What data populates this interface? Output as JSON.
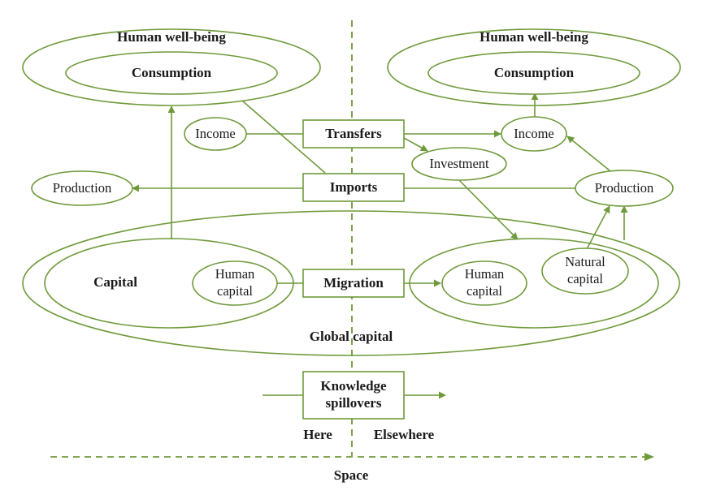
{
  "left": {
    "wellbeing": "Human well-being",
    "consumption": "Consumption",
    "income": "Income",
    "production": "Production",
    "capital": "Capital",
    "human_capital": [
      "Human",
      "capital"
    ]
  },
  "right": {
    "wellbeing": "Human well-being",
    "consumption": "Consumption",
    "income": "Income",
    "investment": "Investment",
    "production": "Production",
    "human_capital": [
      "Human",
      "capital"
    ],
    "natural_capital": [
      "Natural",
      "capital"
    ]
  },
  "center": {
    "transfers": "Transfers",
    "imports": "Imports",
    "migration": "Migration",
    "knowledge": [
      "Knowledge",
      "spillovers"
    ],
    "global_capital": "Global capital"
  },
  "axis": {
    "here": "Here",
    "elsewhere": "Elsewhere",
    "space": "Space"
  },
  "colors": {
    "stroke": "#6e9a3a",
    "text": "#1a1a1a"
  }
}
